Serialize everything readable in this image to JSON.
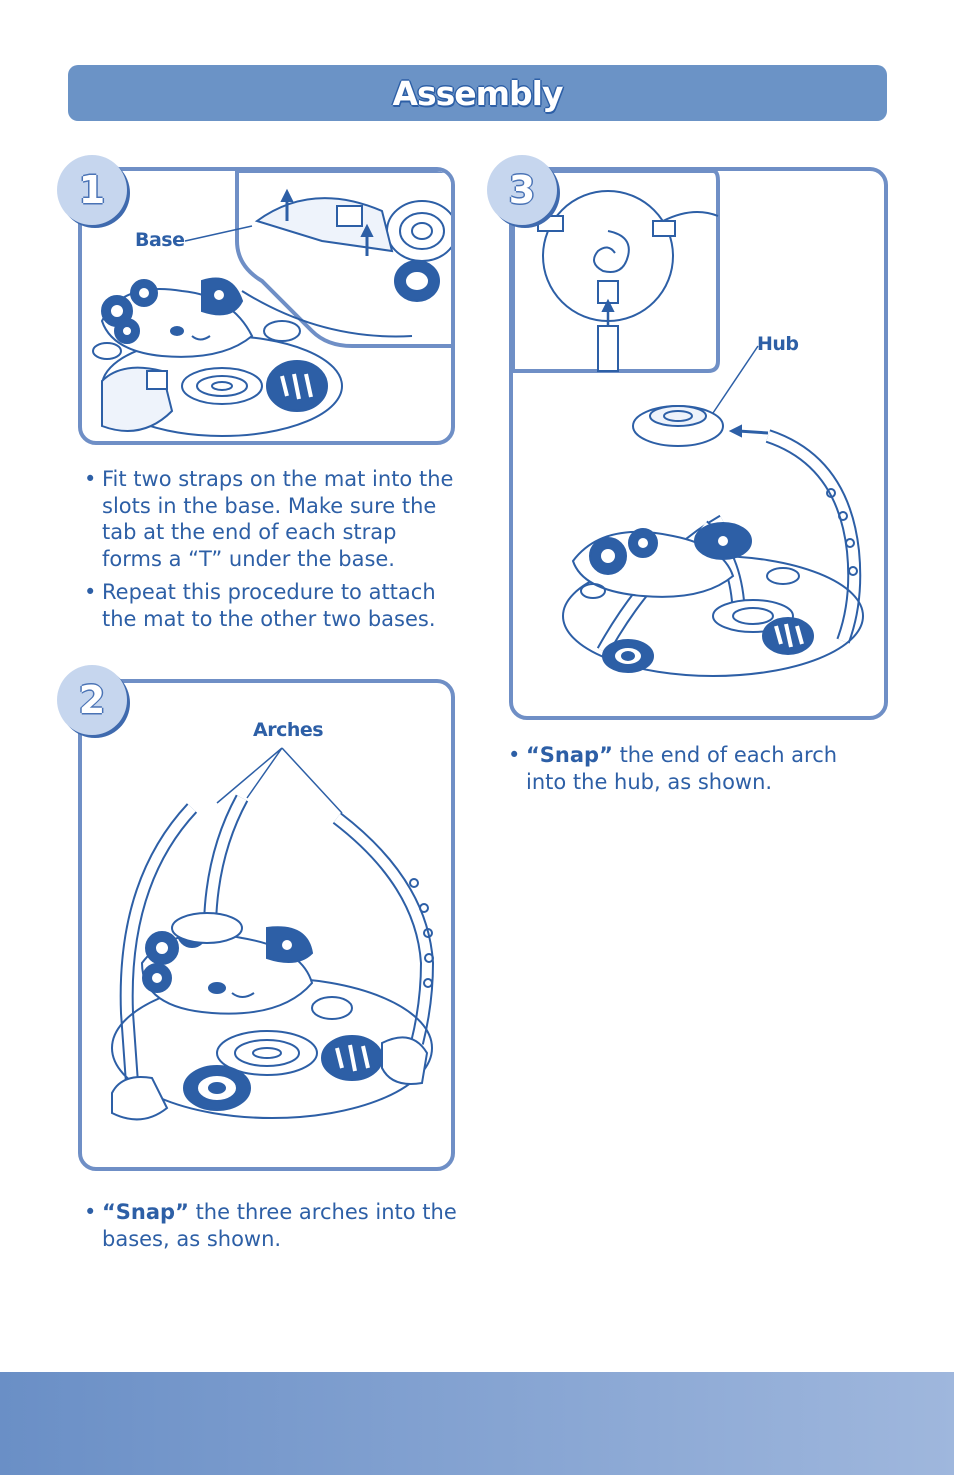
{
  "header": {
    "title": "Assembly"
  },
  "steps": [
    {
      "number": "1",
      "callouts": [
        "Base"
      ],
      "instructions": [
        {
          "lead": "",
          "text": "Fit two straps on the mat into the slots in the base. Make sure the tab at the end of each strap forms a “T” under the base."
        },
        {
          "lead": "",
          "text": "Repeat this procedure to attach the mat to the other two bases."
        }
      ]
    },
    {
      "number": "2",
      "callouts": [
        "Arches"
      ],
      "instructions": [
        {
          "lead": "“Snap”",
          "text": " the three arches into the bases, as shown."
        }
      ]
    },
    {
      "number": "3",
      "callouts": [
        "Hub"
      ],
      "instructions": [
        {
          "lead": "“Snap”",
          "text": " the end of each arch into the hub, as shown."
        }
      ]
    }
  ],
  "colors": {
    "accent": "#2d5fa6",
    "panel_border": "#6f8fc6",
    "banner": "#6b93c6",
    "badge": "#c6d6ee"
  },
  "icons": [
    "step-number-badge",
    "bullet-icon"
  ]
}
